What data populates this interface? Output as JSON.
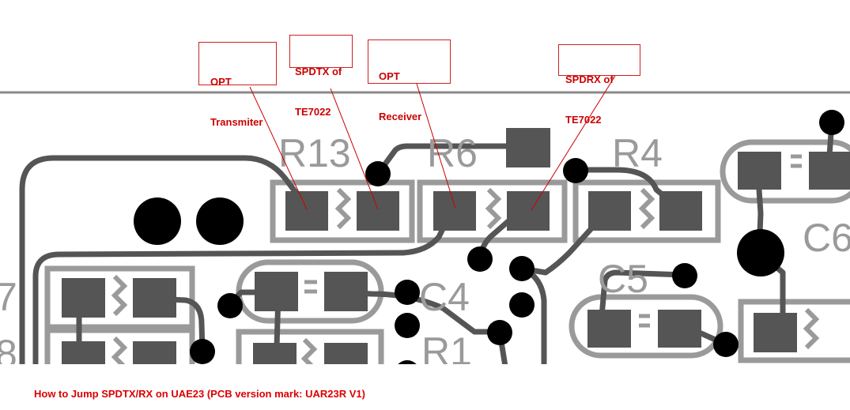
{
  "callouts": {
    "opt_transmitter": {
      "line1": "OPT",
      "line2": "Transmiter"
    },
    "spdtx": {
      "line1": "SPDTX of",
      "line2": "TE7022"
    },
    "opt_receiver": {
      "line1": "OPT",
      "line2": "Receiver"
    },
    "spdrx": {
      "line1": "SPDRX of",
      "line2": "TE7022"
    }
  },
  "silkscreen": {
    "r13": "R13",
    "r6": "R6",
    "r4": "R4",
    "c4": "C4",
    "c5": "C5",
    "c6": "C6",
    "r1": "R1",
    "left_7": "7",
    "left_8": "8"
  },
  "caption": "How to Jump SPDTX/RX on UAE23 (PCB version mark: UAR23R V1)",
  "colors": {
    "annotation_red": "#cc0000",
    "trace_dark": "#555555",
    "silkscreen_gray": "#9a9a9a",
    "via_black": "#000000"
  }
}
